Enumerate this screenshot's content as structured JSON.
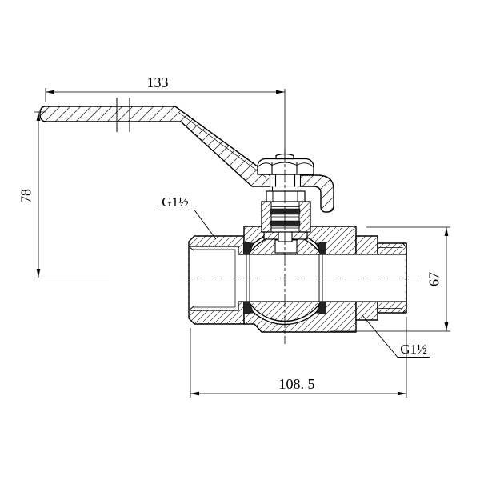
{
  "colors": {
    "background": "#ffffff",
    "line": "#000000",
    "hatch": "#3a3a3a",
    "seal_fill": "#232323"
  },
  "dimensions": {
    "handle_length": "133",
    "handle_height": "78",
    "body_height": "67",
    "body_length": "108. 5"
  },
  "thread_labels": {
    "left_port": "G1½",
    "right_port": "G1½"
  }
}
